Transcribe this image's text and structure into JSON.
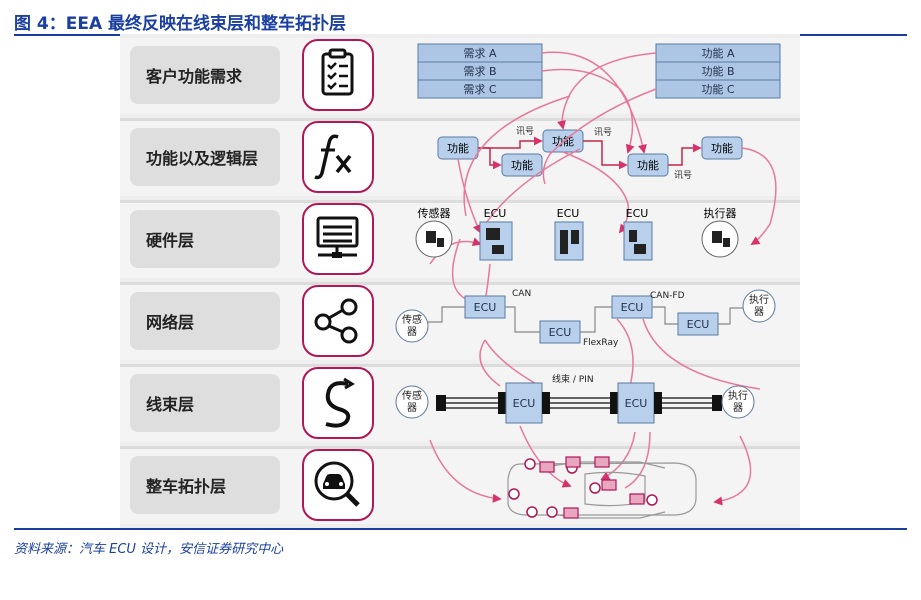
{
  "figure": {
    "title": "图 4：EEA 最终反映在线束层和整车拓扑层",
    "source": "资料来源：汽车 ECU 设计，安信证券研究中心"
  },
  "layers": [
    {
      "label": "客户功能需求",
      "icon": "clipboard-checklist-icon"
    },
    {
      "label": "功能以及逻辑层",
      "icon": "fx-function-icon"
    },
    {
      "label": "硬件层",
      "icon": "hardware-server-icon"
    },
    {
      "label": "网络层",
      "icon": "network-share-icon"
    },
    {
      "label": "线束层",
      "icon": "wire-harness-icon"
    },
    {
      "label": "整车拓扑层",
      "icon": "car-magnifier-icon"
    }
  ],
  "requirements": {
    "demands": [
      "需求 A",
      "需求 B",
      "需求 C"
    ],
    "functions": [
      "功能 A",
      "功能 B",
      "功能 C"
    ]
  },
  "logic": {
    "func_label": "功能",
    "signal_label": "讯号"
  },
  "hardware": {
    "sensor": "传感器",
    "ecu": "ECU",
    "actuator": "执行器"
  },
  "network": {
    "sensor_line1": "传感",
    "sensor_line2": "器",
    "actuator_line1": "执行",
    "actuator_line2": "器",
    "ecu": "ECU",
    "can": "CAN",
    "can_fd": "CAN-FD",
    "flexray": "FlexRay"
  },
  "harness": {
    "ecu": "ECU",
    "wire_label": "线束 / PIN",
    "sensor_line1": "传感",
    "sensor_line2": "器",
    "actuator_line1": "执行",
    "actuator_line2": "器"
  },
  "colors": {
    "accent_blue": "#1a3fa0",
    "icon_border": "#b01757",
    "connector_pink": "#e8789a",
    "box_blue": "#aec6e6",
    "box_border": "#5a7aa0",
    "ecu_blue": "#b9d0ec"
  }
}
